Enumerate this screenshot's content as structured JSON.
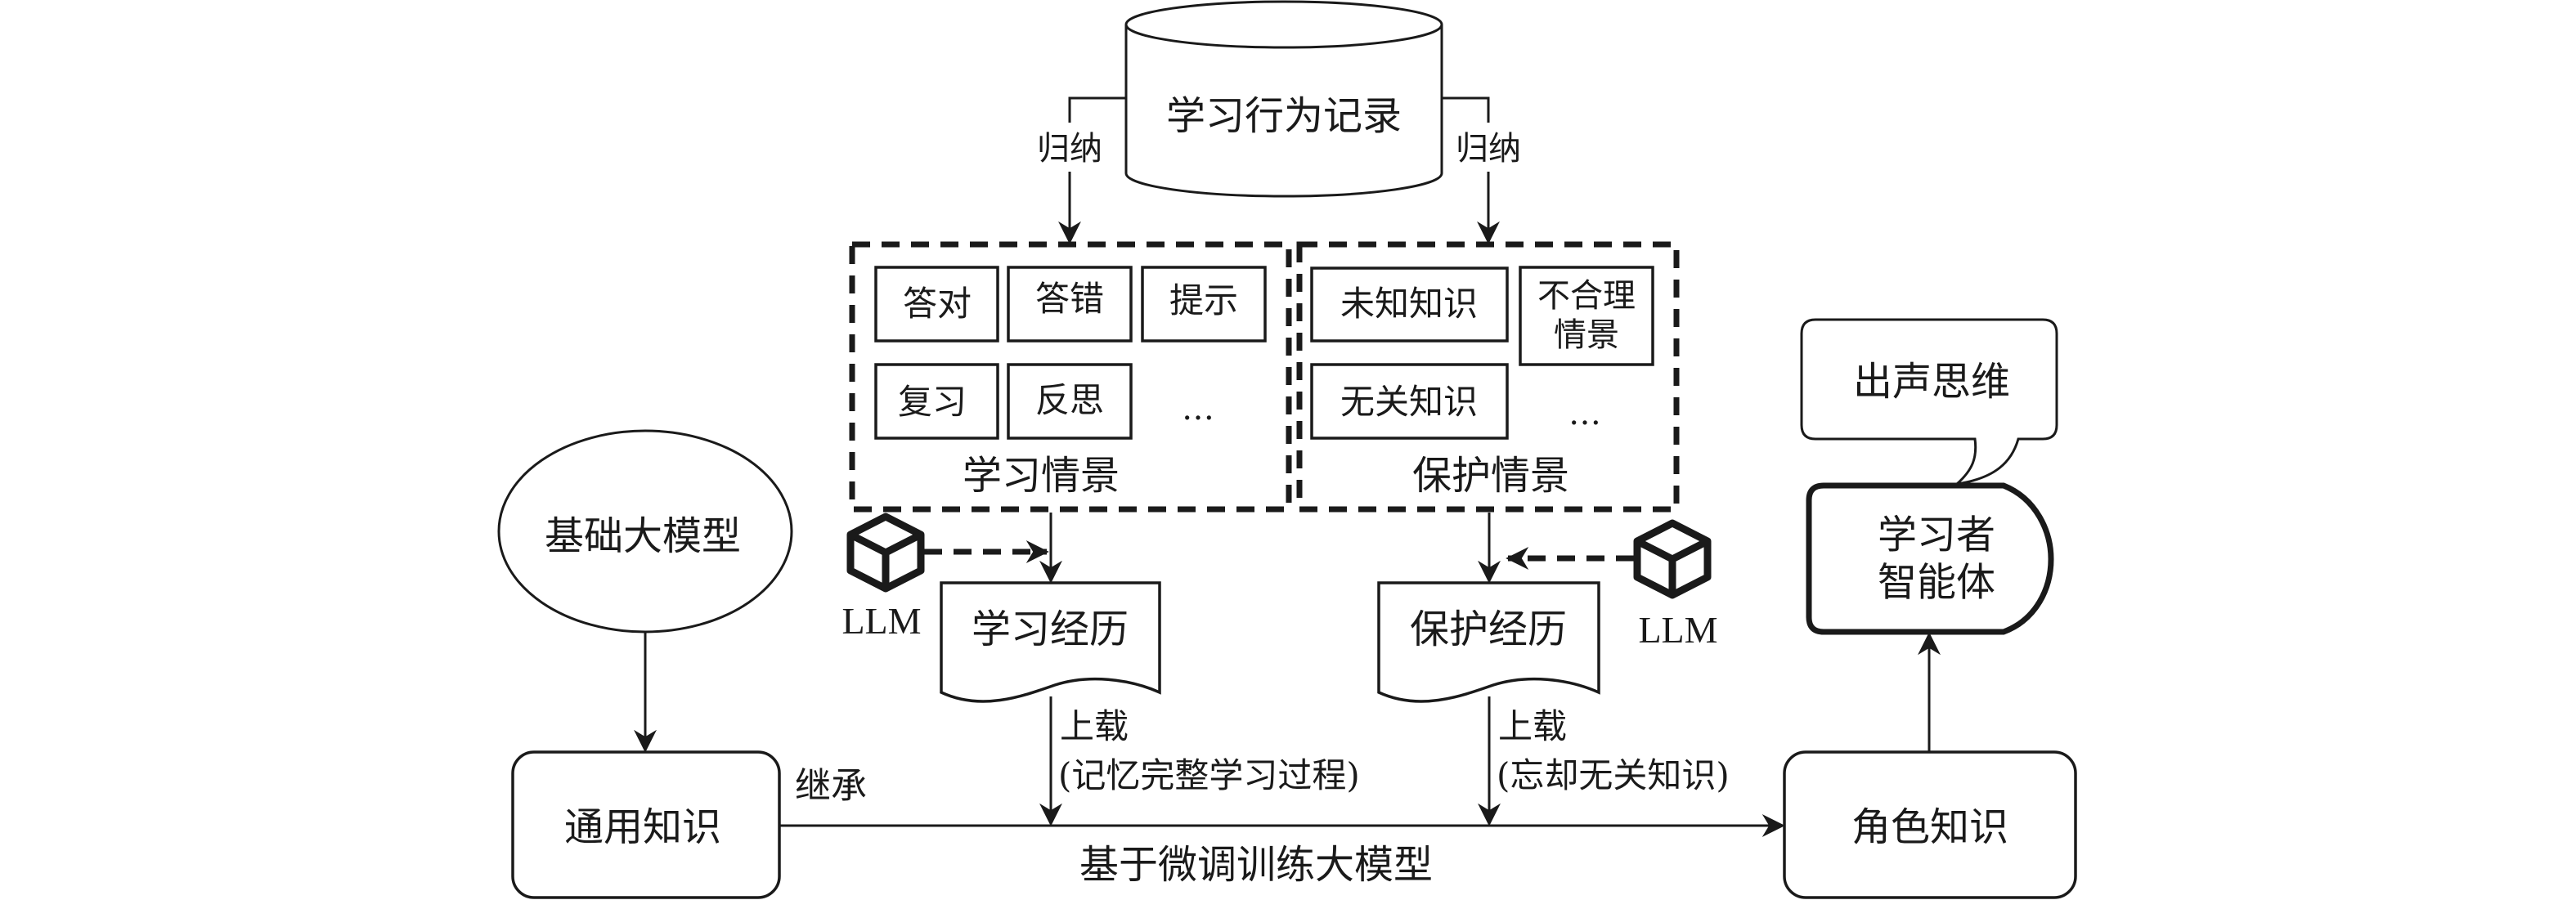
{
  "diagram": {
    "database": {
      "label": "学习行为记录"
    },
    "induction_left": "归纳",
    "induction_right": "归纳",
    "learning_scenarios": {
      "title": "学习情景",
      "items": [
        "答对",
        "答错",
        "提示",
        "复习",
        "反思"
      ],
      "more": "…"
    },
    "protection_scenarios": {
      "title": "保护情景",
      "items": [
        "未知知识",
        "无关知识"
      ],
      "unreasonable": [
        "不合理",
        "情景"
      ],
      "more": "…"
    },
    "llm_left": "LLM",
    "llm_right": "LLM",
    "learning_experience": "学习经历",
    "protection_experience": "保护经历",
    "upload_left": {
      "title": "上载",
      "note": "(记忆完整学习过程)"
    },
    "upload_right": {
      "title": "上载",
      "note": "(忘却无关知识)"
    },
    "base_model": "基础大模型",
    "general_knowledge": "通用知识",
    "inherit": "继承",
    "finetune_label": "基于微调训练大模型",
    "role_knowledge": "角色知识",
    "learner_agent": [
      "学习者",
      "智能体"
    ],
    "think_aloud": "出声思维"
  },
  "colors": {
    "stroke": "#1a1a1a",
    "background": "#ffffff"
  }
}
